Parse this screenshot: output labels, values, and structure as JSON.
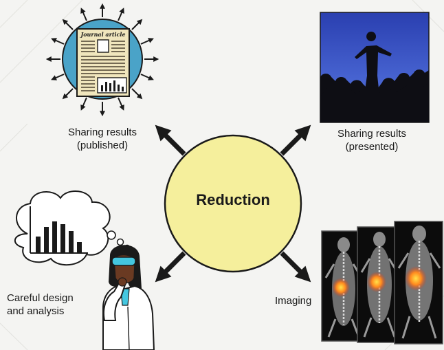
{
  "center": {
    "label": "Reduction",
    "fill": "#f5ef9c"
  },
  "journal": {
    "title": "Journal article",
    "caption_line1": "Sharing results",
    "caption_line2": "(published)"
  },
  "presentation": {
    "caption_line1": "Sharing results",
    "caption_line2": "(presented)"
  },
  "design": {
    "caption_line1": "Careful design",
    "caption_line2": "and analysis"
  },
  "imaging": {
    "caption": "Imaging"
  },
  "colors": {
    "background": "#f4f4f2",
    "circle_fill": "#f5ef9c",
    "arrow": "#1a1a1a",
    "sky": "#3550c8",
    "journal_disk": "#4aa3c8",
    "paper": "#f0e6bd"
  }
}
